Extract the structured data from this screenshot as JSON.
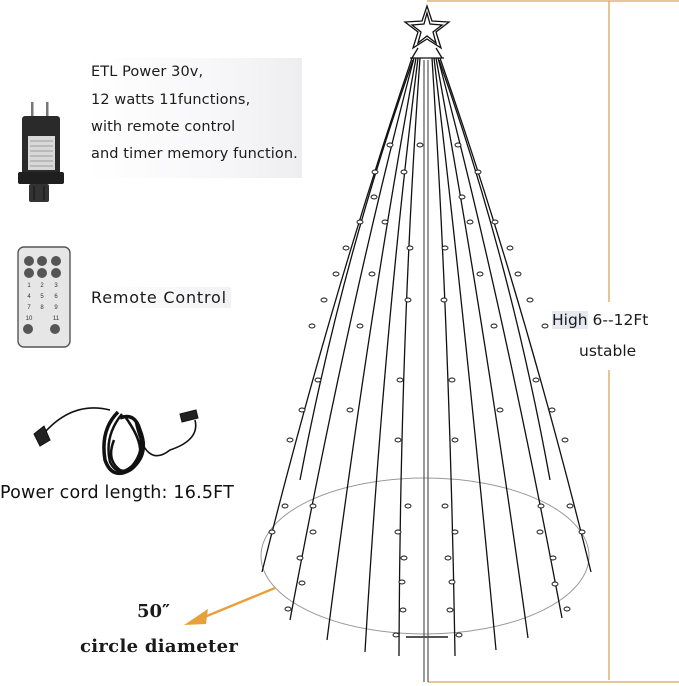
{
  "power_adapter": {
    "icon": "power-adapter-icon",
    "spec_lines": [
      "ETL Power 30v,",
      "12 watts 11functions,",
      "with remote control",
      "and timer memory function."
    ]
  },
  "remote": {
    "icon": "remote-control-icon",
    "label": "Remote Control",
    "buttons": [
      "1",
      "2",
      "3",
      "4",
      "5",
      "6",
      "7",
      "8",
      "9",
      "10",
      "11"
    ]
  },
  "power_cord": {
    "icon": "power-cord-icon",
    "label": "Power cord length: 16.5FT"
  },
  "base": {
    "diameter_value": "50″",
    "diameter_label": "circle diameter"
  },
  "height": {
    "label_prefix": "High",
    "label_value": " 6--12Ft",
    "label_sub": "ustable"
  },
  "colors": {
    "dimension_line": "#d9a55a",
    "arrow": "#e8a03a",
    "ink": "#1a1a1a"
  }
}
